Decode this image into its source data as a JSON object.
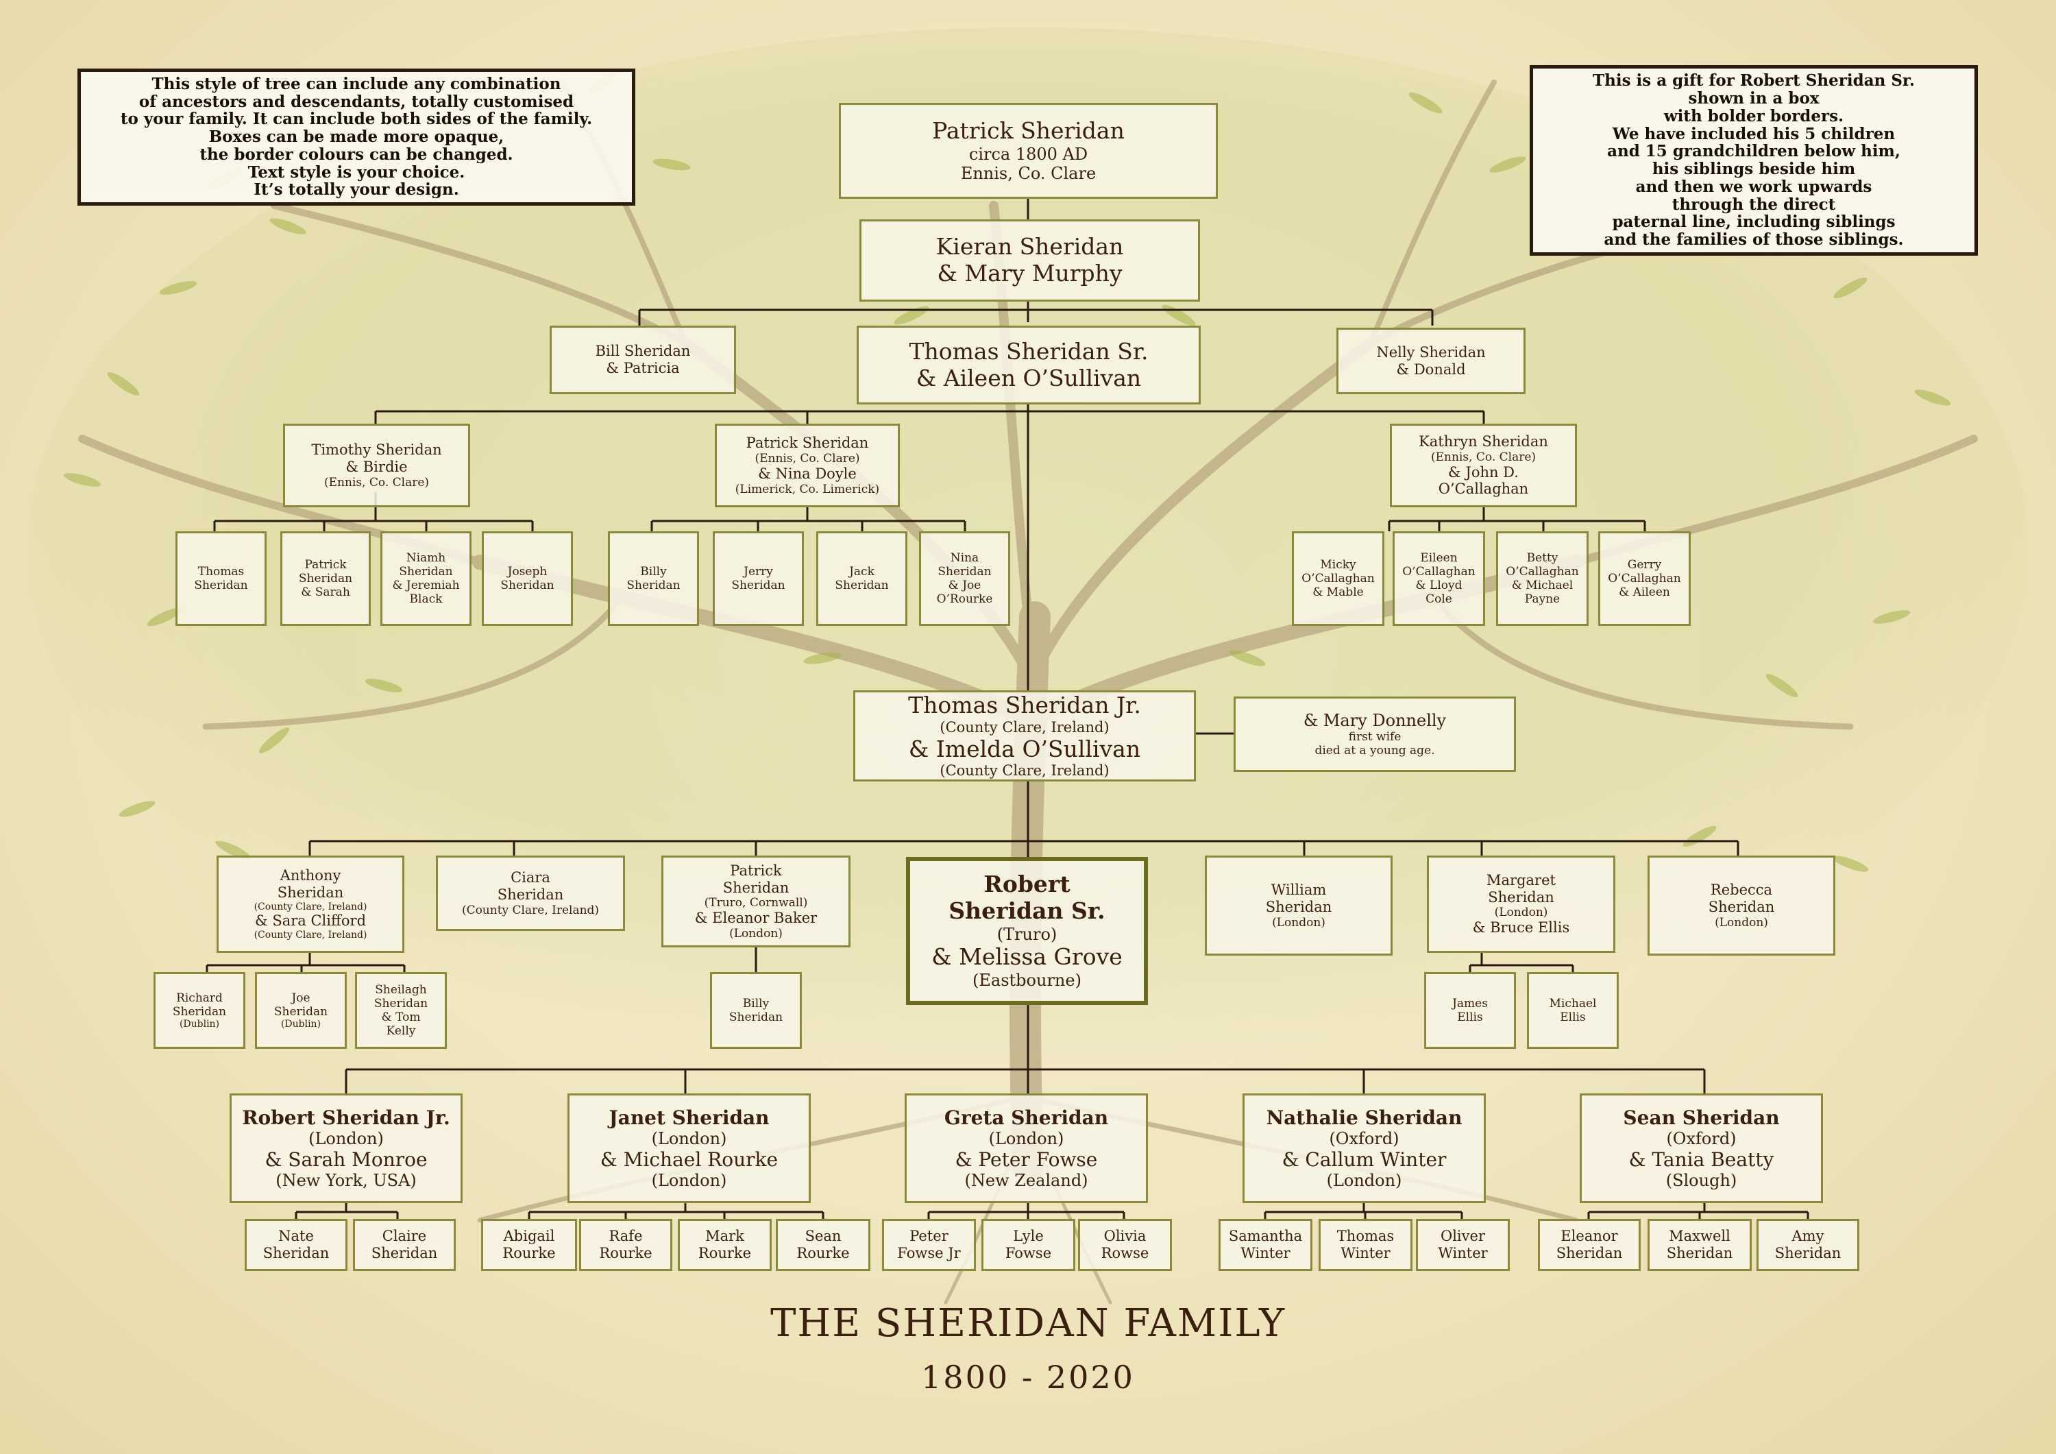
{
  "notes": {
    "left": [
      "This style of tree can include any combination",
      "of ancestors and descendants, totally customised",
      "to your family.  It can include both sides of the family.",
      "Boxes can be made more opaque,",
      "the border colours can be changed.",
      "Text style is your choice.",
      "It’s totally your design."
    ],
    "right": [
      "This is a gift for Robert Sheridan Sr.",
      "shown in a box",
      "with bolder borders.",
      "We have included his 5 children",
      "and 15 grandchildren below him,",
      "his siblings beside him",
      "and then we work upwards",
      "through the direct",
      "paternal line, including siblings",
      "and the families of those siblings."
    ]
  },
  "people": {
    "patrick_sr": [
      "Patrick Sheridan",
      "circa 1800 AD",
      "Ennis, Co. Clare"
    ],
    "kieran": [
      "Kieran Sheridan",
      "& Mary Murphy"
    ],
    "bill": [
      "Bill Sheridan",
      "& Patricia"
    ],
    "thomas_sr": [
      "Thomas Sheridan Sr.",
      "& Aileen O’Sullivan"
    ],
    "nelly": [
      "Nelly Sheridan",
      "& Donald"
    ],
    "timothy": [
      "Timothy Sheridan",
      "& Birdie",
      "(Ennis, Co. Clare)"
    ],
    "patrick_ennis": [
      "Patrick Sheridan",
      "(Ennis, Co. Clare)",
      "& Nina Doyle",
      "(Limerick, Co. Limerick)"
    ],
    "kathryn": [
      "Kathryn Sheridan",
      "(Ennis, Co. Clare)",
      "& John D.",
      "O’Callaghan"
    ],
    "g1": [
      "Thomas",
      "Sheridan"
    ],
    "g2": [
      "Patrick",
      "Sheridan",
      "& Sarah"
    ],
    "g3": [
      "Niamh",
      "Sheridan",
      "& Jeremiah",
      "Black"
    ],
    "g4": [
      "Joseph",
      "Sheridan"
    ],
    "g5": [
      "Billy",
      "Sheridan"
    ],
    "g6": [
      "Jerry",
      "Sheridan"
    ],
    "g7": [
      "Jack",
      "Sheridan"
    ],
    "g8": [
      "Nina",
      "Sheridan",
      "& Joe",
      "O’Rourke"
    ],
    "g9": [
      "Micky",
      "O’Callaghan",
      "& Mable"
    ],
    "g10": [
      "Eileen",
      "O’Callaghan",
      "& Lloyd",
      "Cole"
    ],
    "g11": [
      "Betty",
      "O’Callaghan",
      "& Michael",
      "Payne"
    ],
    "g12": [
      "Gerry",
      "O’Callaghan",
      "& Aileen"
    ],
    "thomas_jr": [
      "Thomas Sheridan Jr.",
      "(County Clare, Ireland)",
      "& Imelda O’Sullivan",
      "(County Clare, Ireland)"
    ],
    "mary_donnelly": [
      "& Mary Donnelly",
      "first wife",
      "died at a young age."
    ],
    "anthony": [
      "Anthony",
      "Sheridan",
      "(County Clare, Ireland)",
      "& Sara Clifford",
      "(County Clare, Ireland)"
    ],
    "ciara": [
      "Ciara",
      "Sheridan",
      "(County Clare, Ireland)"
    ],
    "patrick_truro": [
      "Patrick",
      "Sheridan",
      "(Truro, Cornwall)",
      "& Eleanor Baker",
      "(London)"
    ],
    "robert_sr": [
      "Robert",
      "Sheridan Sr.",
      "(Truro)",
      "& Melissa Grove",
      "(Eastbourne)"
    ],
    "william": [
      "William",
      "Sheridan",
      "(London)"
    ],
    "margaret": [
      "Margaret",
      "Sheridan",
      "(London)",
      "& Bruce Ellis"
    ],
    "rebecca": [
      "Rebecca",
      "Sheridan",
      "(London)"
    ],
    "richard": [
      "Richard",
      "Sheridan",
      "(Dublin)"
    ],
    "joe": [
      "Joe",
      "Sheridan",
      "(Dublin)"
    ],
    "sheilagh": [
      "Sheilagh",
      "Sheridan",
      "& Tom",
      "Kelly"
    ],
    "billy2": [
      "Billy",
      "Sheridan"
    ],
    "james": [
      "James",
      "Ellis"
    ],
    "michael": [
      "Michael",
      "Ellis"
    ],
    "robert_jr": [
      "Robert Sheridan Jr.",
      "(London)",
      "& Sarah Monroe",
      "(New York, USA)"
    ],
    "janet": [
      "Janet Sheridan",
      "(London)",
      "& Michael Rourke",
      "(London)"
    ],
    "greta": [
      "Greta Sheridan",
      "(London)",
      "& Peter Fowse",
      "(New Zealand)"
    ],
    "nathalie": [
      "Nathalie Sheridan",
      "(Oxford)",
      "& Callum Winter",
      "(London)"
    ],
    "sean": [
      "Sean Sheridan",
      "(Oxford)",
      "& Tania Beatty",
      "(Slough)"
    ],
    "nate": [
      "Nate",
      "Sheridan"
    ],
    "claire": [
      "Claire",
      "Sheridan"
    ],
    "abigail": [
      "Abigail",
      "Rourke"
    ],
    "rafe": [
      "Rafe",
      "Rourke"
    ],
    "mark": [
      "Mark",
      "Rourke"
    ],
    "sean_r": [
      "Sean",
      "Rourke"
    ],
    "peter_jr": [
      "Peter",
      "Fowse  Jr"
    ],
    "lyle": [
      "Lyle",
      "Fowse"
    ],
    "olivia": [
      "Olivia",
      "Rowse"
    ],
    "samantha": [
      "Samantha",
      "Winter"
    ],
    "thomas_w": [
      "Thomas",
      "Winter"
    ],
    "oliver": [
      "Oliver",
      "Winter"
    ],
    "eleanor_s": [
      "Eleanor",
      "Sheridan"
    ],
    "maxwell": [
      "Maxwell",
      "Sheridan"
    ],
    "amy": [
      "Amy",
      "Sheridan"
    ]
  },
  "footer": {
    "title": "THE SHERIDAN FAMILY",
    "years": "1800 - 2020"
  },
  "colors": {
    "line": "#2a1a10",
    "border": "#8a8a3a",
    "text": "#3a1e0e"
  }
}
